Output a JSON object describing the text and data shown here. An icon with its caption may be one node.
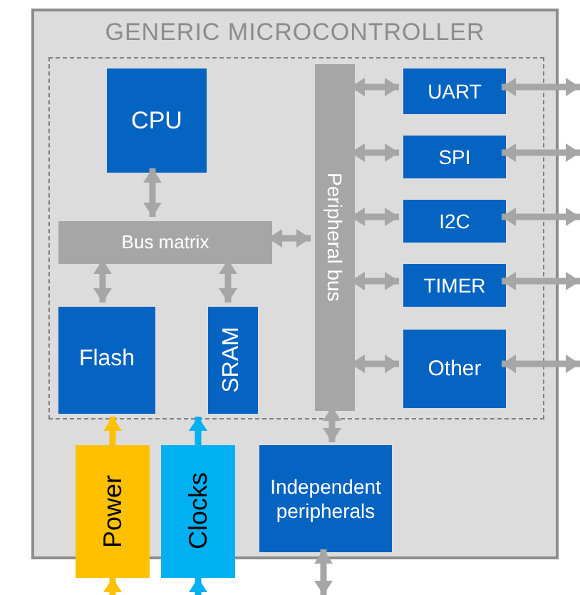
{
  "diagram": {
    "nodes": [
      {
        "text": [
          "GENERIC MICROCONTROLLER"
        ]
      },
      {
        "text": [],
        "shape": "box",
        "in": 0
      },
      {
        "text": [
          "CPU"
        ],
        "in": 1
      },
      {
        "text": [
          "Bus matrix"
        ],
        "in": 1
      },
      {
        "text": [
          "Flash"
        ],
        "in": 1
      },
      {
        "text": [
          "SRAM"
        ],
        "in": 1
      },
      {
        "text": [
          "Peripheral bus"
        ],
        "in": 1
      },
      {
        "text": [
          "UART"
        ],
        "in": 1
      },
      {
        "text": [
          "SPI"
        ],
        "in": 1
      },
      {
        "text": [
          "I2C"
        ],
        "in": 1
      },
      {
        "text": [
          "TIMER"
        ],
        "in": 1
      },
      {
        "text": [
          "Other"
        ],
        "in": 1
      },
      {
        "text": [
          "Power"
        ]
      },
      {
        "text": [
          "Clocks"
        ]
      },
      {
        "text": [
          "Independent peripherals"
        ],
        "in": 0
      }
    ],
    "edges": [
      {
        "from": 2,
        "to": 3,
        "arrow": "both"
      },
      {
        "from": 3,
        "to": 4,
        "arrow": "both"
      },
      {
        "from": 3,
        "to": 5,
        "arrow": "both"
      },
      {
        "from": 3,
        "to": 6,
        "arrow": "both"
      },
      {
        "from": 6,
        "to": 7,
        "arrow": "both"
      },
      {
        "from": 7,
        "to": null,
        "arrow": "both"
      },
      {
        "from": 6,
        "to": 8,
        "arrow": "both"
      },
      {
        "from": 8,
        "to": null,
        "arrow": "both"
      },
      {
        "from": 6,
        "to": 9,
        "arrow": "both"
      },
      {
        "from": 9,
        "to": null,
        "arrow": "both"
      },
      {
        "from": 6,
        "to": 10,
        "arrow": "both"
      },
      {
        "from": 10,
        "to": null,
        "arrow": "both"
      },
      {
        "from": 6,
        "to": 11,
        "arrow": "both"
      },
      {
        "from": 11,
        "to": null,
        "arrow": "both"
      },
      {
        "from": 12,
        "to": 1,
        "arrow": "to",
        "color": "#ffc000"
      },
      {
        "from": 13,
        "to": 1,
        "arrow": "to",
        "color": "#00b0f0"
      },
      {
        "from": 6,
        "to": 14,
        "arrow": "both"
      },
      {
        "from": 14,
        "to": null,
        "arrow": "both"
      },
      {
        "from": null,
        "to": 12,
        "arrow": "to",
        "color": "#ffc000"
      },
      {
        "from": null,
        "to": 13,
        "arrow": "to",
        "color": "#00b0f0"
      }
    ]
  }
}
